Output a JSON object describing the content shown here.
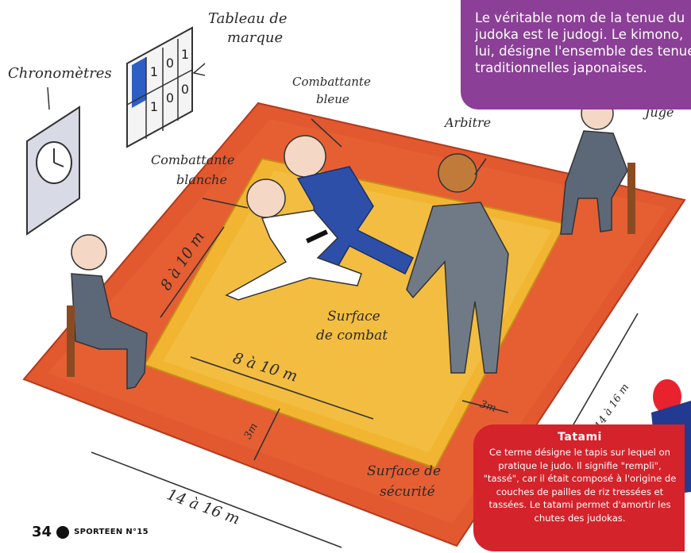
{
  "labels": {
    "chronometres": "Chronomètres",
    "tableau": "Tableau de",
    "tableau2": "marque",
    "combattante_bleue": "Combattante",
    "combattante_bleue2": "bleue",
    "arbitre": "Arbitre",
    "juge": "Juge",
    "combattante_blanche": "Combattante",
    "combattante_blanche2": "blanche",
    "surface_combat": "Surface",
    "surface_combat2": "de combat",
    "surface_securite": "Surface de",
    "surface_securite2": "sécurité"
  },
  "scoreboard": {
    "row1": [
      "1",
      "0",
      "1"
    ],
    "row2": [
      "1",
      "0",
      "0"
    ]
  },
  "dimensions": {
    "combat_side": "8 à 10 m",
    "combat_bottom": "8 à 10 m",
    "safety_bottom": "14 à 16 m",
    "safety_right": "14 à 16 m",
    "margin_left": "3m",
    "margin_right": "3m"
  },
  "note_purple": {
    "title_partial": "Le savais-tu ?",
    "lines": [
      "Le véritable nom de la tenue du",
      "judoka est le judogi. Le kimono,",
      "lui, désigne l'ensemble des tenues",
      "traditionnelles japonaises."
    ]
  },
  "note_tatami": {
    "title": "Tatami",
    "body": "Ce terme désigne le tapis sur lequel on pratique le judo. Il signifie \"rempli\", \"tassé\", car il était composé à l'origine de couches de pailles de riz tressées et tassées. Le tatami permet d'amortir les chutes des judokas."
  },
  "footer": {
    "page": "34",
    "magazine": "SPORTEEN N°15"
  },
  "colors": {
    "safety_mat": "#e2582f",
    "combat_mat": "#f1b531",
    "purple": "#8b3f96",
    "red": "#d4232b",
    "blue_judogi": "#2d4fa8"
  }
}
